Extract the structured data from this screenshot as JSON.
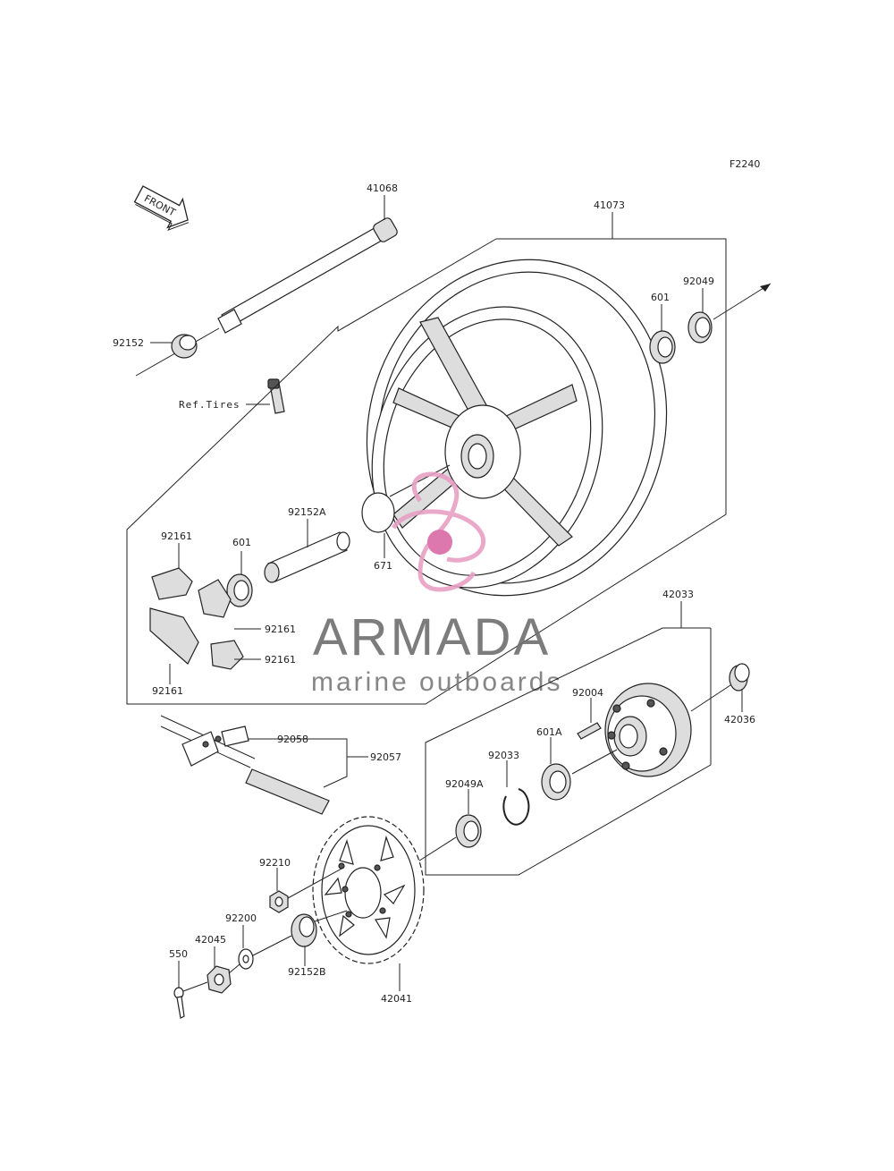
{
  "figure_code": "F2240",
  "front_arrow": "FRONT",
  "ref_tires": "Ref.Tires",
  "watermark": {
    "brand": "ARMADA",
    "tagline": "marine outboards"
  },
  "labels": {
    "p41068": "41068",
    "p41073": "41073",
    "p92049": "92049",
    "p601_top": "601",
    "p92152": "92152",
    "p92152a": "92152A",
    "p671": "671",
    "p92161_a": "92161",
    "p601_mid": "601",
    "p92161_b": "92161",
    "p92161_c": "92161",
    "p92161_d": "92161",
    "p42033": "42033",
    "p42036": "42036",
    "p92004": "92004",
    "p601a": "601A",
    "p92033": "92033",
    "p92049a": "92049A",
    "p92058": "92058",
    "p92057": "92057",
    "p92210": "92210",
    "p92200": "92200",
    "p42045": "42045",
    "p550": "550",
    "p92152b": "92152B",
    "p42041": "42041"
  }
}
